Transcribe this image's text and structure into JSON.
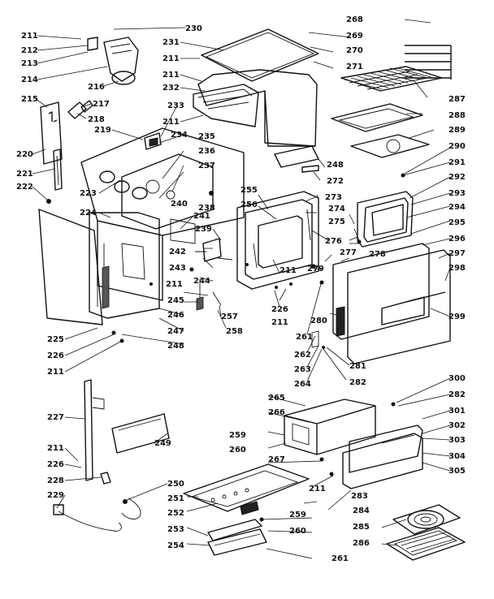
{
  "labels": {
    "l211": "211",
    "l212": "212",
    "l213": "213",
    "l214": "214",
    "l215": "215",
    "l216": "216",
    "l217": "217",
    "l218": "218",
    "l219": "219",
    "l220": "220",
    "l221": "221",
    "l222": "222",
    "l223": "223",
    "l224": "224",
    "l225": "225",
    "l226": "226",
    "l227": "227",
    "l228": "228",
    "l229": "229",
    "l230": "230",
    "l231": "231",
    "l232": "232",
    "l233": "233",
    "l234": "234",
    "l235": "235",
    "l236": "236",
    "l237": "237",
    "l238": "238",
    "l239": "239",
    "l240": "240",
    "l241": "241",
    "l242": "242",
    "l243": "243",
    "l244": "244",
    "l245": "245",
    "l246": "246",
    "l247": "247",
    "l248": "248",
    "l249": "249",
    "l250": "250",
    "l251": "251",
    "l252": "252",
    "l253": "253",
    "l254": "254",
    "l255": "255",
    "l256": "256",
    "l257": "257",
    "l258": "258",
    "l259": "259",
    "l260": "260",
    "l261": "261",
    "l262": "262",
    "l263": "263",
    "l264": "264",
    "l265": "265",
    "l266": "266",
    "l267": "267",
    "l268": "268",
    "l269": "269",
    "l270": "270",
    "l271": "271",
    "l272": "272",
    "l273": "273",
    "l274": "274",
    "l275": "275",
    "l276": "276",
    "l277": "277",
    "l278": "278",
    "l279": "279",
    "l280": "280",
    "l281": "281",
    "l282": "282",
    "l283": "283",
    "l284": "284",
    "l285": "285",
    "l286": "286",
    "l287": "287",
    "l288": "288",
    "l289": "289",
    "l290": "290",
    "l291": "291",
    "l292": "292",
    "l293": "293",
    "l294": "294",
    "l295": "295",
    "l296": "296",
    "l297": "297",
    "l298": "298",
    "l299": "299",
    "l300": "300",
    "l301": "301",
    "l302": "302",
    "l303": "303",
    "l304": "304",
    "l305": "305"
  }
}
